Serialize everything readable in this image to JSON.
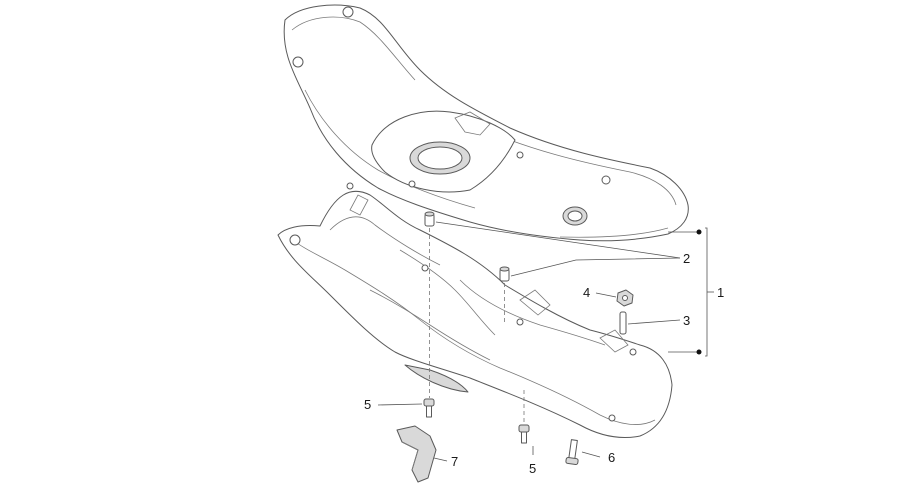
{
  "callouts": [
    {
      "id": "c1",
      "label": "1"
    },
    {
      "id": "c2",
      "label": "2"
    },
    {
      "id": "c3",
      "label": "3"
    },
    {
      "id": "c4",
      "label": "4"
    },
    {
      "id": "c5a",
      "label": "5"
    },
    {
      "id": "c5b",
      "label": "5"
    },
    {
      "id": "c6",
      "label": "6"
    },
    {
      "id": "c7",
      "label": "7"
    }
  ],
  "colors": {
    "line": "#5a5a5a",
    "label": "#1a1a1a",
    "shade": "#d9d9d9"
  }
}
